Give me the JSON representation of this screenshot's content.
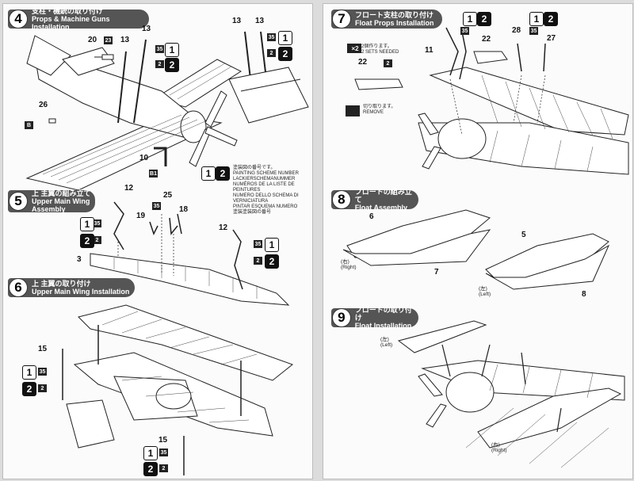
{
  "steps": {
    "s4": {
      "num": "4",
      "jp": "支柱・機銃の取り付け",
      "en": "Props & Machine Guns Installation"
    },
    "s5": {
      "num": "5",
      "jp": "上 主翼の組み立て",
      "en": "Upper Main Wing",
      "en2": "Assembly"
    },
    "s6": {
      "num": "6",
      "jp": "上 主翼の取り付け",
      "en": "Upper Main Wing Installation"
    },
    "s7": {
      "num": "7",
      "jp": "フロート支柱の取り付け",
      "en": "Float Props Installation"
    },
    "s8": {
      "num": "8",
      "jp": "フロートの組み立て",
      "en": "Float Assembly"
    },
    "s9": {
      "num": "9",
      "jp": "フロートの取り付け",
      "en": "Float Installation"
    }
  },
  "legend": {
    "jp": "塗装図の番号です。",
    "lines": [
      "PAINTING SCHEME NUMBER",
      "LACKIERSCHEMANUMMER",
      "NUMÉROS DE LA LISTE DE PEINTURES",
      "NUMERO DELLO SCHEMA DI VERNICIATURA",
      "PINTAR ESQUEMA NUMERO",
      "塗装塗装図の番号"
    ]
  },
  "x2": {
    "badge": "×2",
    "jp": "2個作ります。",
    "en": "2 SETS NEEDED"
  },
  "remove": {
    "jp": "切り取ります。",
    "en": "REMOVE"
  },
  "labels": {
    "right": "(右)",
    "right_en": "(Right)",
    "left": "(左)",
    "left_en": "(Left)"
  },
  "scheme": {
    "one": "1",
    "two": "2"
  },
  "parts": {
    "p4": [
      "20",
      "23",
      "13",
      "13",
      "35",
      "2",
      "26",
      "B",
      "10",
      "B1",
      "13",
      "13",
      "35",
      "2"
    ],
    "p5": [
      "12",
      "35",
      "2",
      "19",
      "25",
      "35",
      "18",
      "3",
      "12",
      "35",
      "2"
    ],
    "p6": [
      "15",
      "35",
      "2",
      "15",
      "35",
      "2"
    ],
    "p7": [
      "11",
      "35",
      "22",
      "28",
      "35",
      "27",
      "22",
      "2"
    ],
    "p8": [
      "6",
      "7",
      "5",
      "8"
    ]
  }
}
